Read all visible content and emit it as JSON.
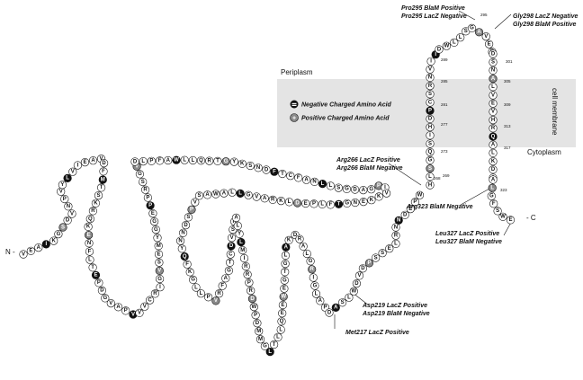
{
  "regions": {
    "periplasm": "Periplasm",
    "cytoplasm": "Cytoplasm",
    "membrane": "cell membrane"
  },
  "legend": {
    "negative": "Negative Charged Amino Acid",
    "positive": "Positive Charged Amino Acid"
  },
  "termini": {
    "n": "N -",
    "c": "- C"
  },
  "annotations": [
    "Pro295  BlaM Positive",
    "Pro295  LacZ Negative",
    "Gly298  LacZ Negative",
    "Gly298  BlaM Positive",
    "Arg266  LacZ Positive",
    "Arg266  BlaM Negative",
    "Arg323  BlaM Negative",
    "Leu327  LacZ Positive",
    "Leu327  BlaM Negative",
    "Asp219  LacZ Positive",
    "Asp219  BlaM Negative",
    "Met217  LacZ Positive"
  ],
  "residue_numbers": [
    "295",
    "301",
    "289",
    "285",
    "305",
    "281",
    "309",
    "277",
    "313",
    "273",
    "317",
    "269",
    "268",
    "323"
  ],
  "colors": {
    "negative_fill": "#111111",
    "positive_fill": "#8a8a8a",
    "neutral_fill": "#ffffff",
    "membrane_band": "#e4e4e4"
  },
  "sequence": {
    "n_tail": "VEAIKGSDV",
    "loop1": "NPVYLVIEAVDFMTSKRQKENFLTEPDGVAPVVVCRIGVSEMYGGE",
    "loop2": "PPRSGVDLPFAWLLQRTGYKSNDFTCFANLLSGDAGPIVKKENGTFLPEDLKRAVGLLAWASVPSDNNYQFKGLLPVRFAGTCDVSKALYLMIRRPRDWPDMMGLTLLQEEWEG",
    "loop3": "TGLAKDRALGRIGLAPDASLWDVDPSSELRNNDEPWHLSGQSIHDPCSRNVIIDWLLSGAVERDSNALVEVHRQALKDAALGFSWESR",
    "tm1": "MLFYACLSVPLAF",
    "peri_loop": "VIGPGFSF",
    "tm2": "ICLVFWSLIVNT",
    "c_tail": "RSKLL",
    "charges": [
      {
        "idx": 3,
        "type": "neg"
      },
      {
        "idx": 6,
        "type": "pos"
      },
      {
        "idx": 13,
        "type": "neg"
      },
      {
        "idx": 21,
        "type": "neg"
      },
      {
        "idx": 28,
        "type": "pos"
      },
      {
        "idx": 33,
        "type": "neg"
      },
      {
        "idx": 40,
        "type": "neg"
      },
      {
        "idx": 47,
        "type": "pos"
      },
      {
        "idx": 55,
        "type": "neg"
      },
      {
        "idx": 60,
        "type": "pos"
      },
      {
        "idx": 66,
        "type": "neg"
      },
      {
        "idx": 72,
        "type": "pos"
      },
      {
        "idx": 78,
        "type": "neg"
      },
      {
        "idx": 84,
        "type": "neg"
      },
      {
        "idx": 91,
        "type": "pos"
      },
      {
        "idx": 99,
        "type": "neg"
      },
      {
        "idx": 104,
        "type": "pos"
      },
      {
        "idx": 111,
        "type": "neg"
      },
      {
        "idx": 118,
        "type": "pos"
      },
      {
        "idx": 124,
        "type": "neg"
      },
      {
        "idx": 131,
        "type": "pos"
      },
      {
        "idx": 138,
        "type": "neg"
      },
      {
        "idx": 145,
        "type": "neg"
      },
      {
        "idx": 152,
        "type": "pos"
      },
      {
        "idx": 159,
        "type": "neg"
      },
      {
        "idx": 166,
        "type": "pos"
      },
      {
        "idx": 172,
        "type": "neg"
      },
      {
        "idx": 179,
        "type": "pos"
      },
      {
        "idx": 186,
        "type": "neg"
      },
      {
        "idx": 193,
        "type": "pos"
      },
      {
        "idx": 200,
        "type": "neg"
      },
      {
        "idx": 207,
        "type": "pos"
      },
      {
        "idx": 214,
        "type": "neg"
      },
      {
        "idx": 221,
        "type": "neg"
      },
      {
        "idx": 228,
        "type": "pos"
      },
      {
        "idx": 235,
        "type": "pos"
      },
      {
        "idx": 242,
        "type": "neg"
      },
      {
        "idx": 249,
        "type": "pos"
      },
      {
        "idx": 256,
        "type": "pos"
      },
      {
        "idx": 262,
        "type": "neg"
      }
    ]
  }
}
